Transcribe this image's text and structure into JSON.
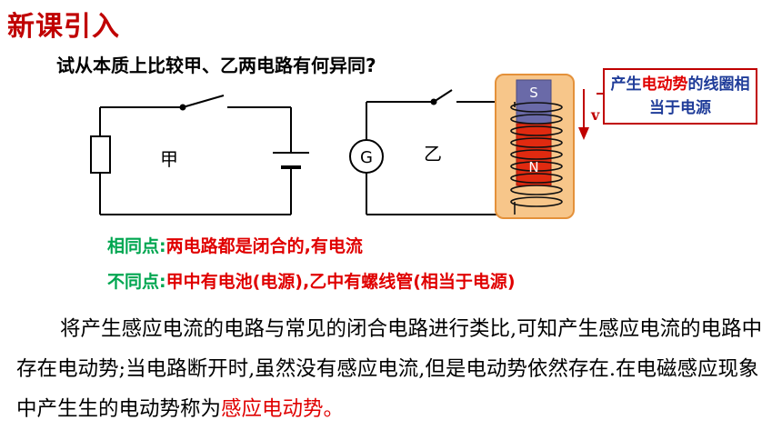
{
  "header": {
    "title": "新课引入"
  },
  "question": "试从本质上比较甲、乙两电路有何异同?",
  "circuit_jia": {
    "label": "甲"
  },
  "circuit_yi": {
    "label": "乙",
    "galvanometer_label": "G"
  },
  "magnet": {
    "top_pole": "S",
    "bottom_pole": "N",
    "velocity_label": "v"
  },
  "callout": {
    "text_before": "产生",
    "text_highlight": "电动势",
    "text_after": "的线圈相当于电源"
  },
  "comparison": {
    "same_label": "相同点:",
    "same_text": "两电路都是闭合的,有电流",
    "diff_label": "不同点:",
    "diff_text": "甲中有电池(电源),乙中有螺线管(相当于电源)"
  },
  "paragraph": {
    "text": "将产生感应电流的电路与常见的闭合电路进行类比,可知产生感应电流的电路中存在电动势;当电路断开时,虽然没有感应电流,但是电动势依然存在.在电磁感应现象中产生生的电动势称为",
    "highlight": "感应电动势",
    "end": "。"
  },
  "colors": {
    "title": "#c00000",
    "green": "#00a650",
    "red": "#e00000",
    "callout_text": "#1f3c99",
    "coil_box": "#f7c68a",
    "magnet_s": "#6a6aa8",
    "magnet_n": "#e02a10"
  },
  "icons": [
    "resistor-icon",
    "battery-icon",
    "switch-icon",
    "galvanometer-icon",
    "solenoid-icon",
    "bar-magnet-icon",
    "velocity-arrow-icon"
  ]
}
